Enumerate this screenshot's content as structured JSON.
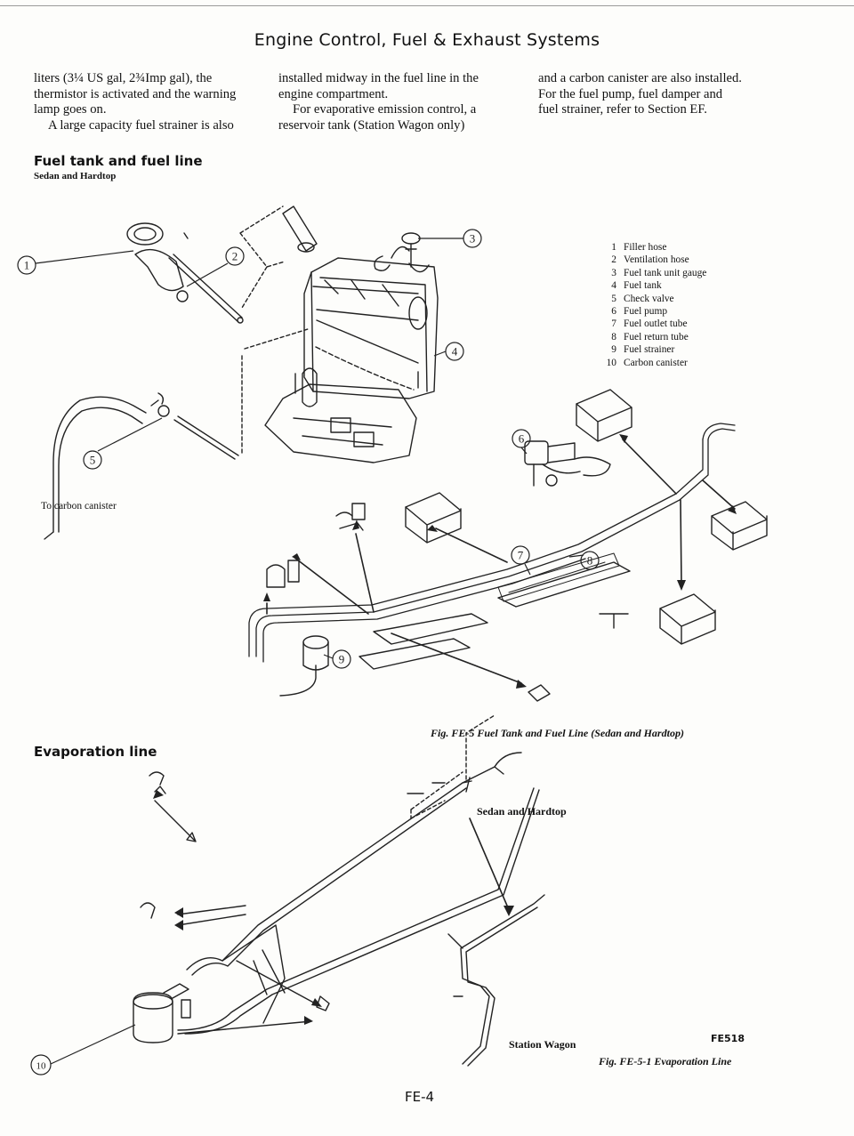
{
  "header": {
    "title": "Engine Control, Fuel & Exhaust Systems"
  },
  "body_text": {
    "col1": [
      "liters (3¼ US gal, 2¾Imp gal), the",
      "thermistor is activated and the warning",
      "lamp goes on.",
      "A large capacity fuel strainer is also"
    ],
    "col2": [
      "installed midway in the fuel line in the",
      "engine compartment.",
      "For evaporative emission control, a",
      "reservoir tank (Station Wagon only)"
    ],
    "col3": [
      "and a carbon canister are also installed.",
      "For the fuel pump, fuel damper and",
      "fuel strainer, refer to Section EF."
    ]
  },
  "section": {
    "title": "Fuel tank and fuel line",
    "subtitle": "Sedan and Hardtop"
  },
  "legend": [
    {
      "num": "1",
      "label": "Filler hose"
    },
    {
      "num": "2",
      "label": "Ventilation hose"
    },
    {
      "num": "3",
      "label": "Fuel tank unit gauge"
    },
    {
      "num": "4",
      "label": "Fuel tank"
    },
    {
      "num": "5",
      "label": "Check valve"
    },
    {
      "num": "6",
      "label": "Fuel pump"
    },
    {
      "num": "7",
      "label": "Fuel outlet tube"
    },
    {
      "num": "8",
      "label": "Fuel return tube"
    },
    {
      "num": "9",
      "label": "Fuel strainer"
    },
    {
      "num": "10",
      "label": "Carbon canister"
    }
  ],
  "callouts": [
    "1",
    "2",
    "3",
    "4",
    "5",
    "6",
    "7",
    "8",
    "9",
    "10"
  ],
  "labels": {
    "to_carbon_canister": "To carbon canister",
    "evaporation_line": "Evaporation line",
    "sedan_hardtop": "Sedan and Hardtop",
    "station_wagon": "Station Wagon",
    "code": "FE518",
    "page_number": "FE-4"
  },
  "captions": {
    "fig1": "Fig. FE-5 Fuel Tank and Fuel Line (Sedan and Hardtop)",
    "fig2": "Fig. FE-5-1 Evaporation Line"
  }
}
